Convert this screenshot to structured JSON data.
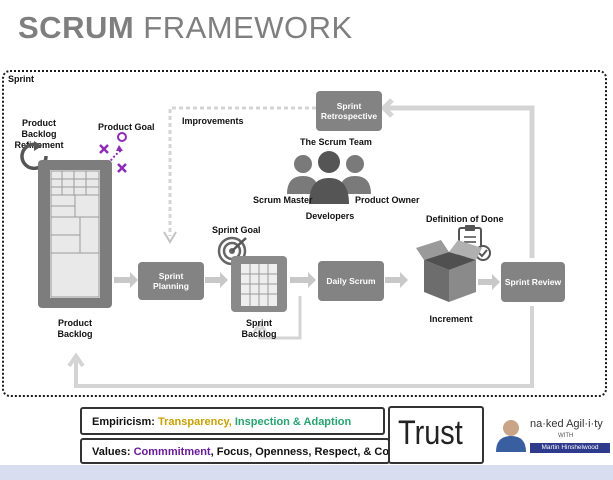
{
  "title": {
    "bold": "SCRUM",
    "light": "FRAMEWORK"
  },
  "sprint_label": "Sprint",
  "labels": {
    "pb_refinement": "Product Backlog Refinement",
    "product_goal": "Product Goal",
    "improvements": "Improvements",
    "scrum_team": "The Scrum Team",
    "scrum_master": "Scrum Master",
    "product_owner": "Product Owner",
    "developers": "Developers",
    "sprint_goal": "Sprint Goal",
    "definition_of_done": "Definition of Done",
    "product_backlog": "Product Backlog",
    "sprint_backlog": "Sprint Backlog",
    "increment": "Increment"
  },
  "events": {
    "sprint_retrospective": "Sprint Retrospective",
    "sprint_planning": "Sprint Planning",
    "daily_scrum": "Daily Scrum",
    "sprint_review": "Sprint Review"
  },
  "empiricism": {
    "label": "Empiricism:",
    "transparency": "Transparency,",
    "inspection": "Inspection & Adaption"
  },
  "values": {
    "label": "Values:",
    "commitment": "Commmitment",
    "rest": ", Focus, Openness, Respect, & Courage"
  },
  "trust": "Trust",
  "brand": {
    "name": "na·ked Agil·i·ty",
    "sub": "WITH",
    "person": "Martin Hinshelwood"
  },
  "colors": {
    "event_box": "#838383",
    "arrow": "#c8c8c8",
    "product_goal": "#8e2bb6",
    "transparency": "#c9a000",
    "inspection": "#27a36f",
    "commitment": "#6a1b9a"
  }
}
